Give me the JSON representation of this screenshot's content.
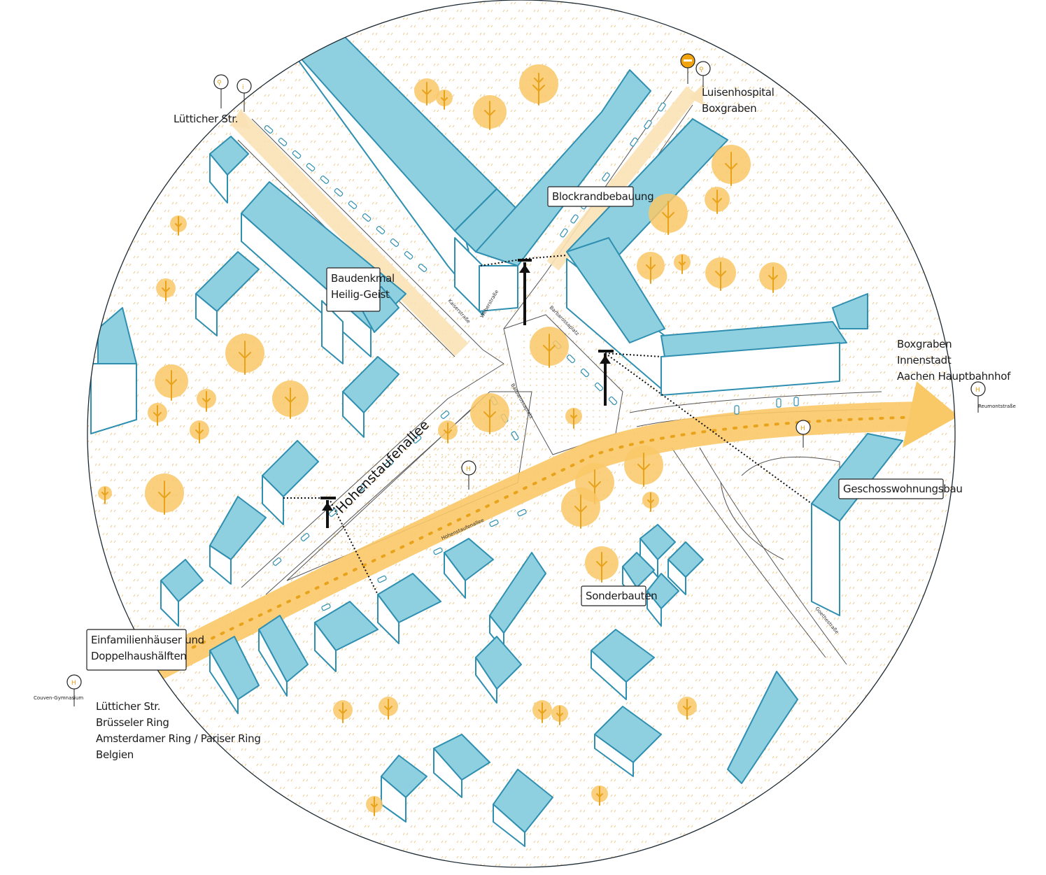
{
  "colors": {
    "building_roof": "#8ecfe0",
    "building_stroke": "#2f8fb0",
    "tree": "#f9c867",
    "tree_trunk": "#e8a31b",
    "main_route": "#f9c867",
    "hatch": "#f0c98a",
    "circle_border": "#1d2a33"
  },
  "callouts": {
    "blockrand": "Blockrandbebauung",
    "baudenkmal_1": "Baudenkmal",
    "baudenkmal_2": "Heilig-Geist",
    "geschoss": "Geschosswohnungsbau",
    "sonderbauten": "Sonderbauten",
    "efh_1": "Einfamilienhäuser und",
    "efh_2": "Doppelhaushälften"
  },
  "destinations": {
    "top_left": "Lütticher Str.",
    "top_right_1": "Luisenhospital",
    "top_right_2": "Boxgraben",
    "right_1": "Boxgraben",
    "right_2": "Innenstadt",
    "right_3": "Aachen Hauptbahnhof",
    "bottom_left_1": "Lütticher Str.",
    "bottom_left_2": "Brüsseler Ring",
    "bottom_left_3": "Amsterdamer Ring / Pariser Ring",
    "bottom_left_4": "Belgien"
  },
  "bus_stops": {
    "glyph": "H",
    "reumont": "Reumontstraße",
    "couven": "Couven-Gymnasium"
  },
  "pins": {
    "info_glyph": "i"
  },
  "streets": {
    "hohenstaufen_big": "Hohenstaufenallee",
    "hohenstaufen_small": "Hohenstaufenallee",
    "kaiser": "Kaiserstraße",
    "weber": "Weberstraße",
    "barbarossa_1": "Barbarossaplatz",
    "barbarossa_2": "Barbarossaplatz",
    "goethe": "Goethestraße"
  }
}
